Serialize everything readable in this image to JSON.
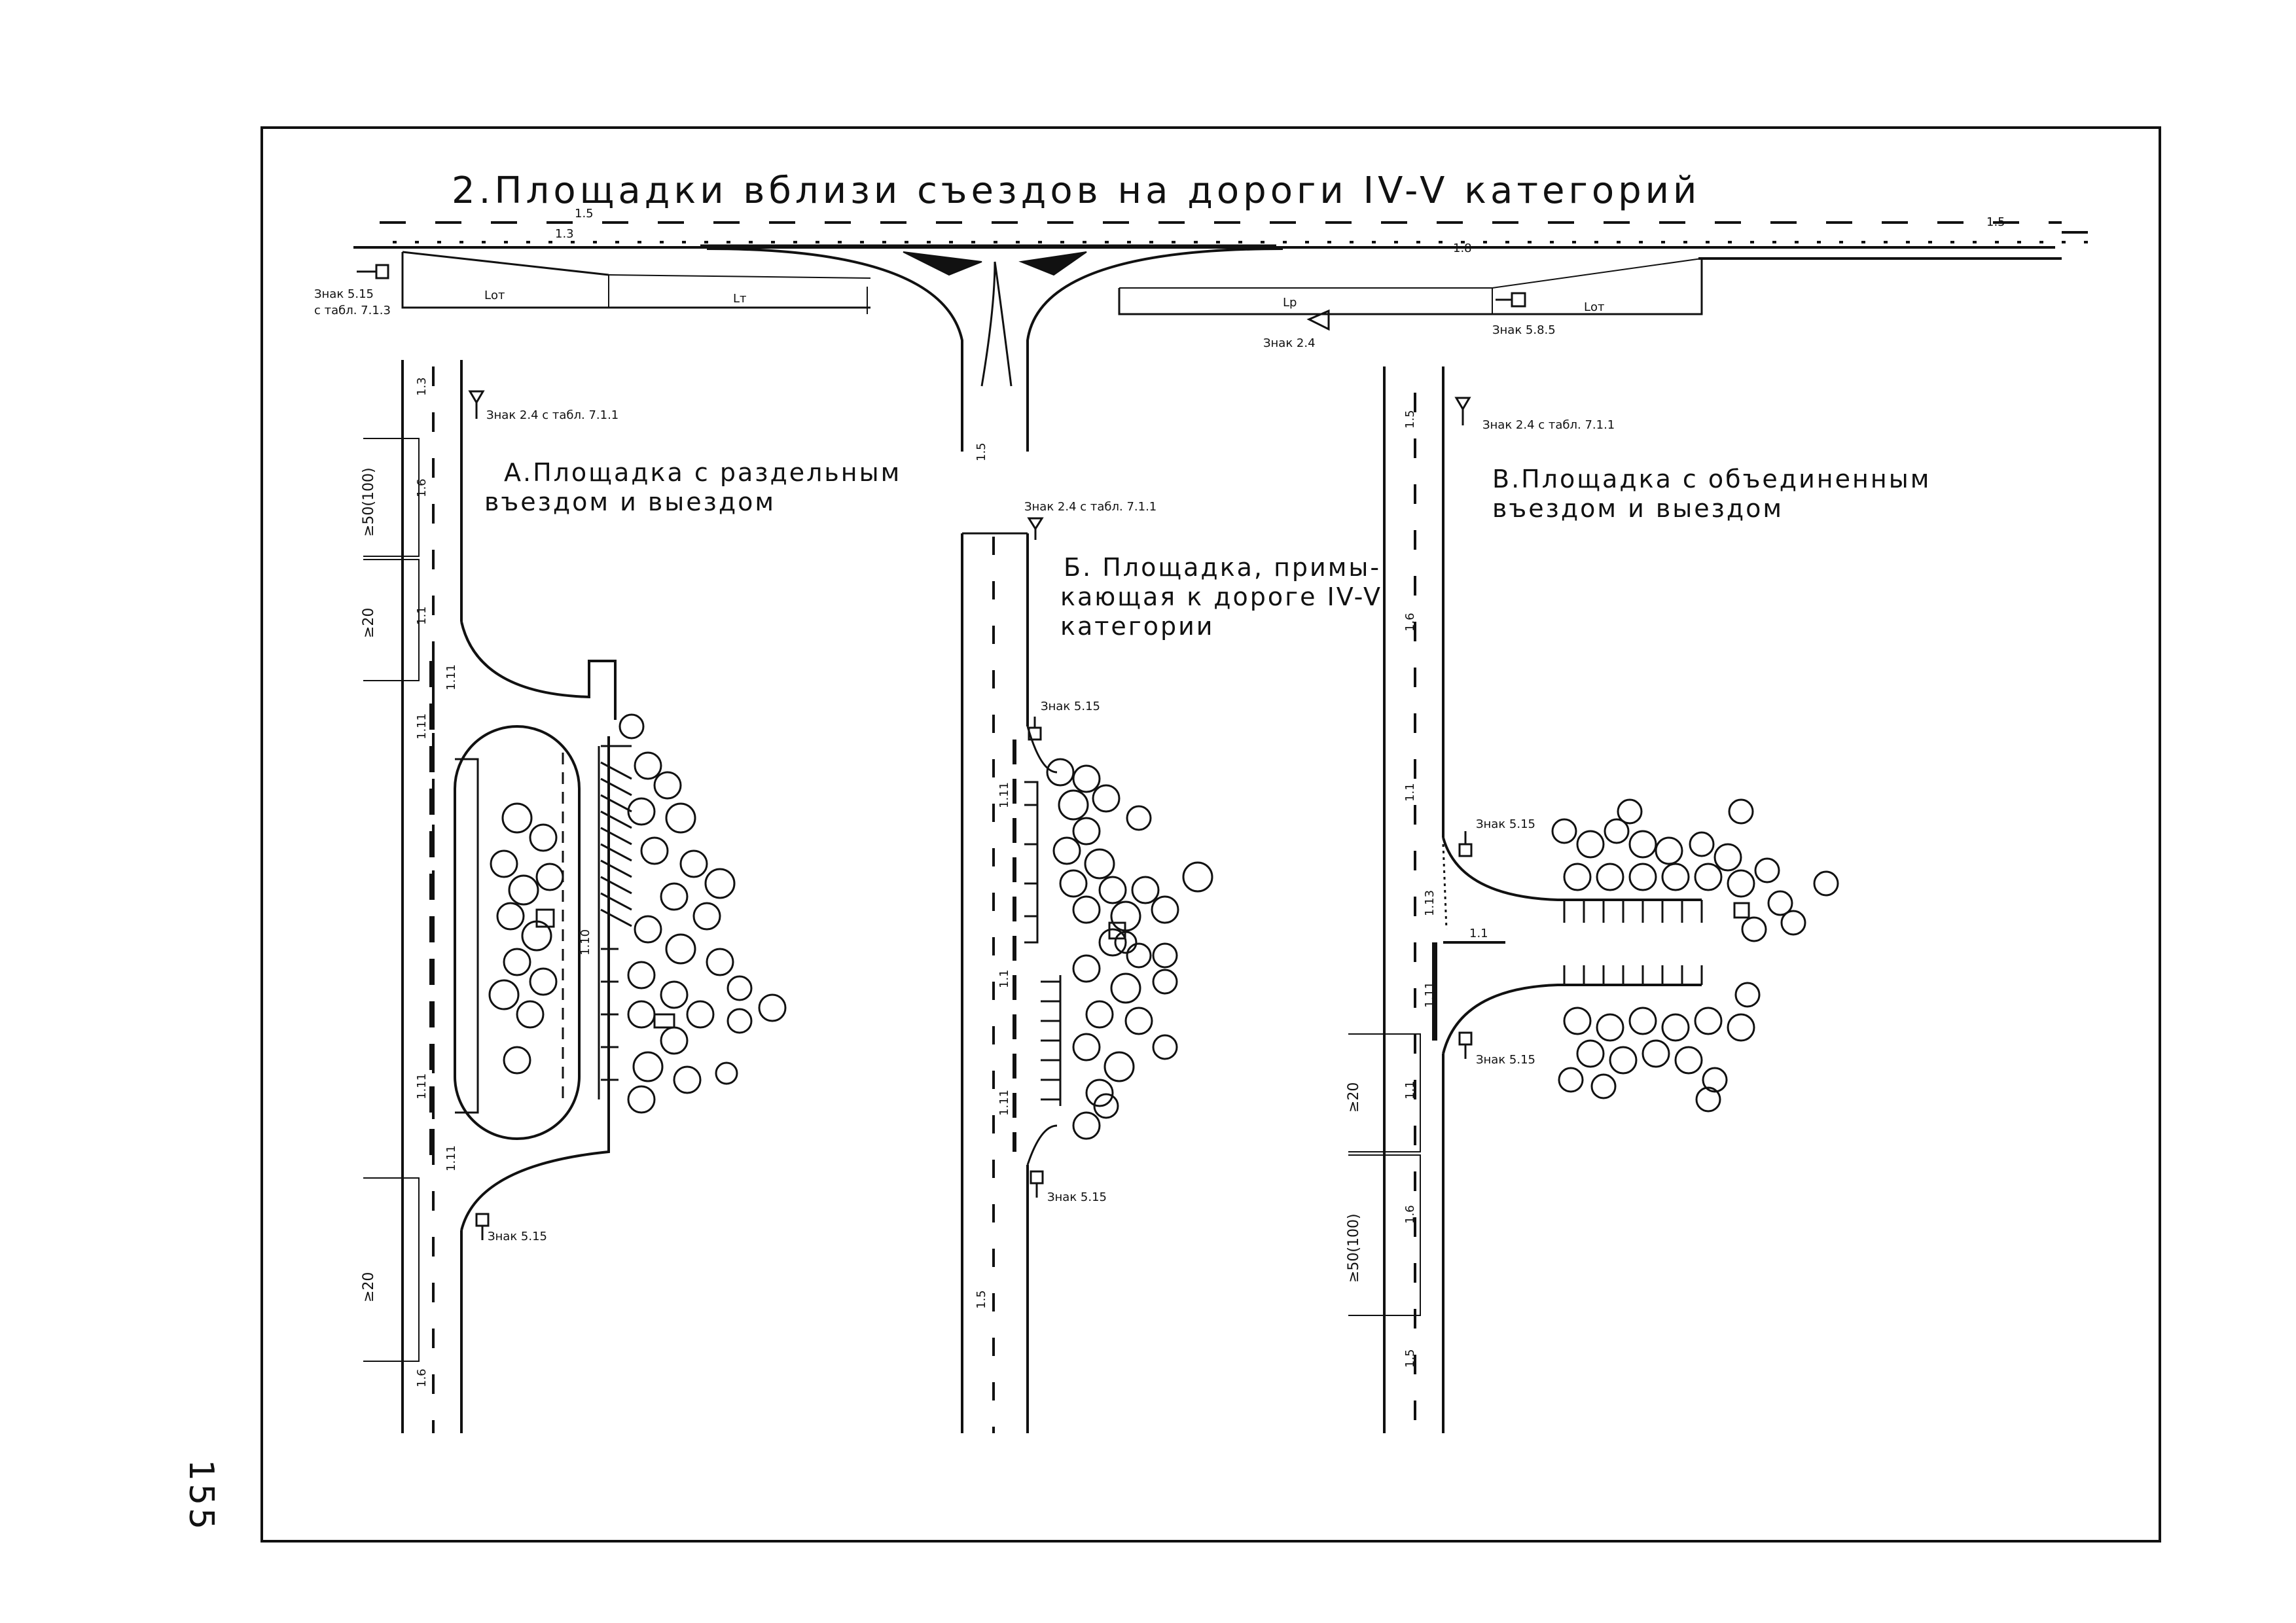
{
  "page_number": "155",
  "title": "2.Площадки вблизи съездов на дороги IV-V категорий",
  "junction": {
    "marks": [
      "1.5",
      "1.3",
      "1.8",
      "1.5",
      "1.5"
    ],
    "sign_left": "Знак 5.15",
    "sign_left_table": "с табл. 7.1.3",
    "lengths": [
      "Lот",
      "Lт",
      "Lр",
      "Lот"
    ],
    "sign_yield": "Знак 2.4",
    "sign_right": "Знак 5.8.5"
  },
  "scheme_a": {
    "caption_line1": "А.Площадка с раздельным",
    "caption_line2": "въездом и выездом",
    "sign_top": "Знак 2.4 с табл. 7.1.1",
    "sign_bottom": "Знак 5.15",
    "dims": [
      "≥50(100)",
      "≥20",
      "≥20"
    ],
    "marks": [
      "1.3",
      "1.6",
      "1.1",
      "1.11",
      "1.11",
      "1.11",
      "1.11",
      "1.10",
      "1.6"
    ]
  },
  "scheme_b": {
    "caption_line1": "Б. Площадка, примы-",
    "caption_line2": "кающая к дороге IV-V",
    "caption_line3": "категории",
    "sign_top": "Знак 2.4 с табл. 7.1.1",
    "sign_mid": "Знак 5.15",
    "sign_bottom": "Знак 5.15",
    "marks": [
      "1.11",
      "1.1",
      "1.11",
      "1.5"
    ]
  },
  "scheme_c": {
    "caption_line1": "В.Площадка с объединенным",
    "caption_line2": "въездом и выездом",
    "sign_top": "Знак 2.4 с табл. 7.1.1",
    "sign_mid": "Знак 5.15",
    "sign_bottom": "Знак 5.15",
    "dims": [
      "≥20",
      "≥50(100)"
    ],
    "marks": [
      "1.5",
      "1.6",
      "1.1",
      "1.13",
      "1.1",
      "1.11",
      "1.1",
      "1.6",
      "1.5"
    ]
  }
}
